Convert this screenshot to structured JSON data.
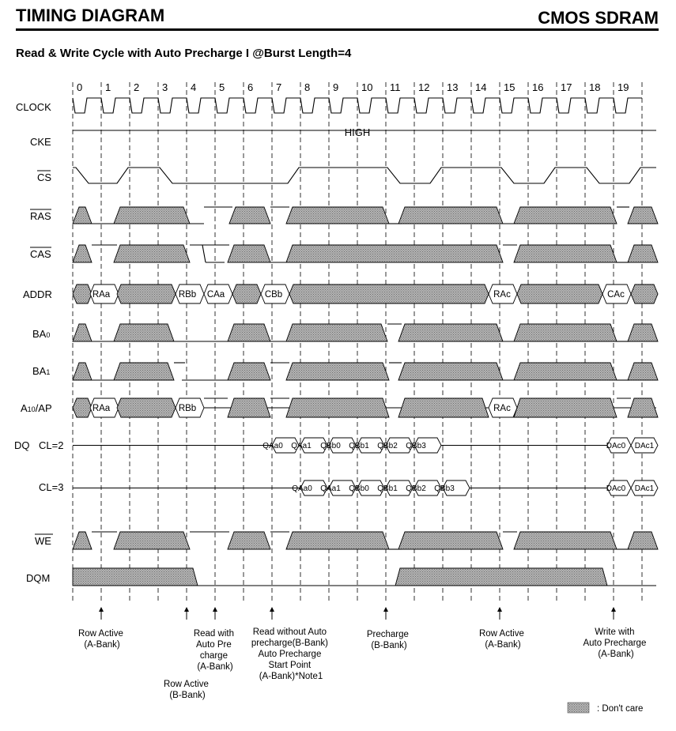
{
  "header": {
    "title": "TIMING DIAGRAM",
    "product": "CMOS SDRAM"
  },
  "subtitle": "Read & Write Cycle with Auto Precharge I  @Burst Length=4",
  "clock_numbers": [
    "0",
    "1",
    "2",
    "3",
    "4",
    "5",
    "6",
    "7",
    "8",
    "9",
    "10",
    "11",
    "12",
    "13",
    "14",
    "15",
    "16",
    "17",
    "18",
    "19"
  ],
  "signals": {
    "clock": "CLOCK",
    "cke": "CKE",
    "cke_level": "HIGH",
    "cs": "CS",
    "ras": "RAS",
    "cas": "CAS",
    "addr": "ADDR",
    "ba0": "BA0",
    "ba1": "BA1",
    "a10": "A10/AP",
    "dq": "DQ",
    "dq_cl2": "CL=2",
    "dq_cl3": "CL=3",
    "we": "WE",
    "dqm": "DQM"
  },
  "bus_labels": {
    "addr": [
      "RAa",
      "RBb",
      "CAa",
      "CBb",
      "RAc",
      "CAc"
    ],
    "a10": [
      "RAa",
      "RBb",
      "RAc"
    ],
    "dq_cl2": [
      "QAa0",
      "QAa1",
      "QBb0",
      "QBb1",
      "QBb2",
      "QBb3",
      "DAc0",
      "DAc1"
    ],
    "dq_cl3": [
      "QAa0",
      "QAa1",
      "QBb0",
      "QBb1",
      "QBb2",
      "QBb3",
      "DAc0",
      "DAc1"
    ]
  },
  "annotations": [
    {
      "text": [
        "Row Active",
        "(A-Bank)"
      ]
    },
    {
      "text": [
        "Row Active",
        "(B-Bank)"
      ]
    },
    {
      "text": [
        "Read with",
        "Auto Pre",
        "charge",
        "(A-Bank)"
      ]
    },
    {
      "text": [
        "Read without Auto",
        "precharge(B-Bank)",
        "Auto Precharge",
        "Start Point",
        "(A-Bank)*Note1"
      ]
    },
    {
      "text": [
        "Precharge",
        "(B-Bank)"
      ]
    },
    {
      "text": [
        "Row Active",
        "(A-Bank)"
      ]
    },
    {
      "text": [
        "Write with",
        "Auto Precharge",
        "(A-Bank)"
      ]
    }
  ],
  "legend": {
    "label": ": Don't care"
  },
  "colors": {
    "dont_care_fill": "#9a9a9a",
    "line": "#000000"
  }
}
